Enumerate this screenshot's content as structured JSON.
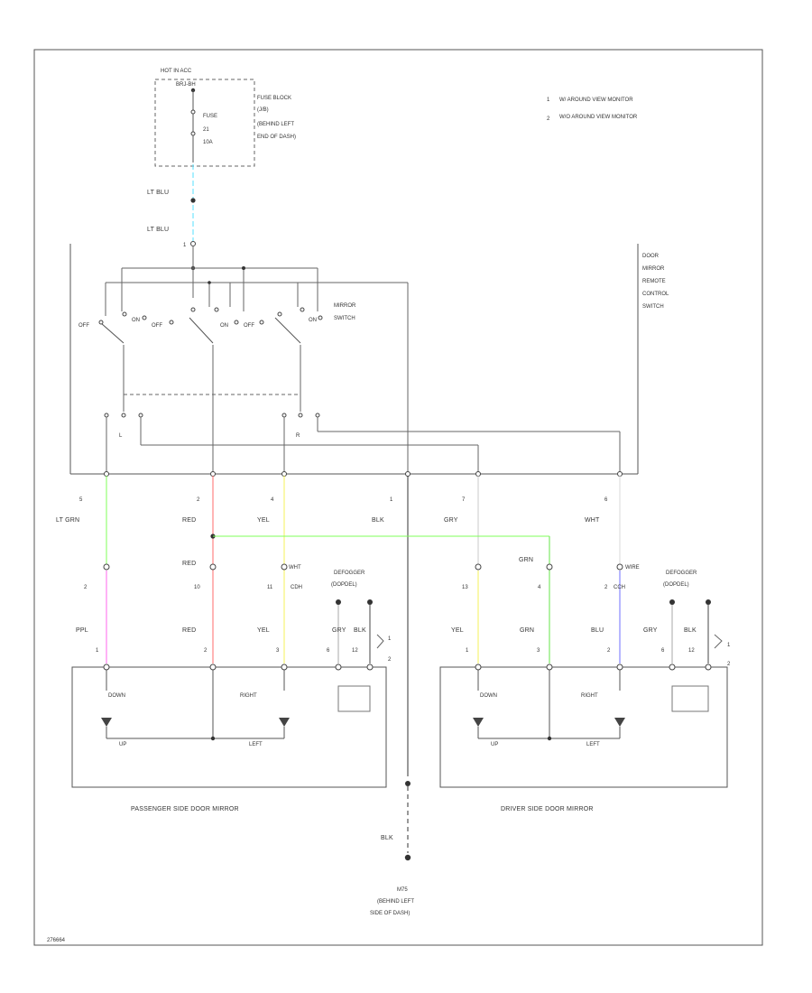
{
  "colors": {
    "lt_blu": "#56e0ff",
    "lt_grn": "#7fff5a",
    "red": "#ff6b6b",
    "yel": "#f4f25a",
    "blk": "#333333",
    "gry": "#c8c8c8",
    "wht": "#d8d8d8",
    "ppl": "#ff66ee",
    "grn": "#66e64a",
    "blu": "#6f6fff"
  },
  "legend": {
    "item1": "W/ AROUND VIEW MONITOR",
    "item2": "W/O AROUND VIEW MONITOR"
  },
  "power": {
    "hot_label": "HOT IN ACC",
    "bus_label": "BRJ-BH",
    "fuse_block": [
      "FUSE BLOCK",
      "(J/B)",
      "(BEHIND LEFT",
      "END OF DASH)"
    ],
    "fuse": [
      "FUSE",
      "21",
      "10A"
    ]
  },
  "wires_top": {
    "w1": "LT BLU",
    "w2": "LT BLU",
    "pin_t": "1"
  },
  "switch": {
    "title": [
      "MIRROR",
      "SWITCH"
    ],
    "remote": [
      "DOOR",
      "MIRROR",
      "REMOTE",
      "CONTROL",
      "SWITCH"
    ],
    "contact_labels": [
      "OFF",
      "ON",
      "OFF",
      "ON",
      "OFF",
      "ON"
    ],
    "sel_labels": [
      "L",
      "R"
    ]
  },
  "remote_pins": [
    {
      "pin": "5",
      "color": "LT GRN"
    },
    {
      "pin": "2",
      "color": "RED"
    },
    {
      "pin": "4",
      "color": "YEL"
    },
    {
      "pin": "1",
      "color": "BLK"
    },
    {
      "pin": "7",
      "color": "GRY"
    },
    {
      "pin": "6",
      "color": "WHT"
    }
  ],
  "connectors": {
    "red_conn": "RED",
    "wht_conn": "WHT",
    "grn_conn": "GRN",
    "wire_conn": "WIRE",
    "pin_2": "2",
    "pin_10": "10",
    "pin_11": "11",
    "pin_4": "4",
    "pin_13": "13",
    "conn_a": "CDH",
    "conn_b": "CCH"
  },
  "defogger": {
    "left": [
      "DEFOGGER",
      "(DOPDEL)"
    ],
    "right": [
      "DEFOGGER",
      "(DOPDEL)"
    ]
  },
  "passenger": {
    "wire_colors": [
      "PPL",
      "RED",
      "YEL",
      "GRY",
      "BLK"
    ],
    "pins": [
      "1",
      "2",
      "3",
      "6",
      "12",
      "1",
      "2"
    ],
    "labels": {
      "down": "DOWN",
      "right": "RIGHT",
      "up": "UP",
      "left": "LEFT"
    },
    "title": "PASSENGER SIDE DOOR MIRROR"
  },
  "driver": {
    "wire_colors": [
      "YEL",
      "GRN",
      "BLU",
      "GRY",
      "BLK"
    ],
    "pins": [
      "1",
      "3",
      "2",
      "6",
      "12",
      "1",
      "2"
    ],
    "labels": {
      "down": "DOWN",
      "right": "RIGHT",
      "up": "UP",
      "left": "LEFT"
    },
    "title": "DRIVER SIDE DOOR MIRROR"
  },
  "ground": {
    "wire": "BLK",
    "label": [
      "M75",
      "(BEHIND LEFT",
      "SIDE OF DASH)"
    ]
  },
  "footer_code": "276664"
}
